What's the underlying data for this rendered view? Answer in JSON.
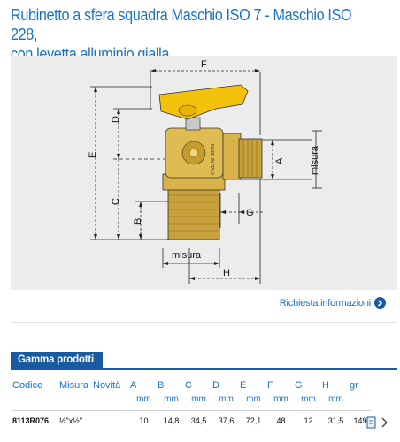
{
  "header": {
    "title_line1": "Rubinetto a sfera squadra Maschio ISO 7 - Maschio ISO 228,",
    "title_line2": "con levetta alluminio gialla."
  },
  "drawing": {
    "labels": {
      "F": "F",
      "D": "D",
      "E": "E",
      "C": "C",
      "B": "B",
      "A": "A",
      "G": "G",
      "H": "H",
      "misura_bottom": "misura",
      "misura_right": "misura",
      "stamp": "MADE IN ITALY"
    },
    "handle_color": "#f4c20d",
    "body_color": "#d4a017"
  },
  "info_link": {
    "label": "Richiesta informazioni"
  },
  "products": {
    "tab_label": "Gamma prodotti",
    "columns": [
      "Codice",
      "Misura",
      "Novità",
      "A",
      "B",
      "C",
      "D",
      "E",
      "F",
      "G",
      "H",
      "gr"
    ],
    "units": [
      "",
      "",
      "",
      "mm",
      "mm",
      "mm",
      "mm",
      "mm",
      "mm",
      "mm",
      "mm",
      ""
    ],
    "rows": [
      {
        "codice": "8113R076",
        "misura": "½\"x½\"",
        "novita": "",
        "A": "10",
        "B": "14,8",
        "C": "34,5",
        "D": "37,6",
        "E": "72,1",
        "F": "48",
        "G": "12",
        "H": "31,5",
        "gr": "149"
      }
    ]
  },
  "colors": {
    "accent": "#1a73c5",
    "tab": "#1a5aa0"
  }
}
